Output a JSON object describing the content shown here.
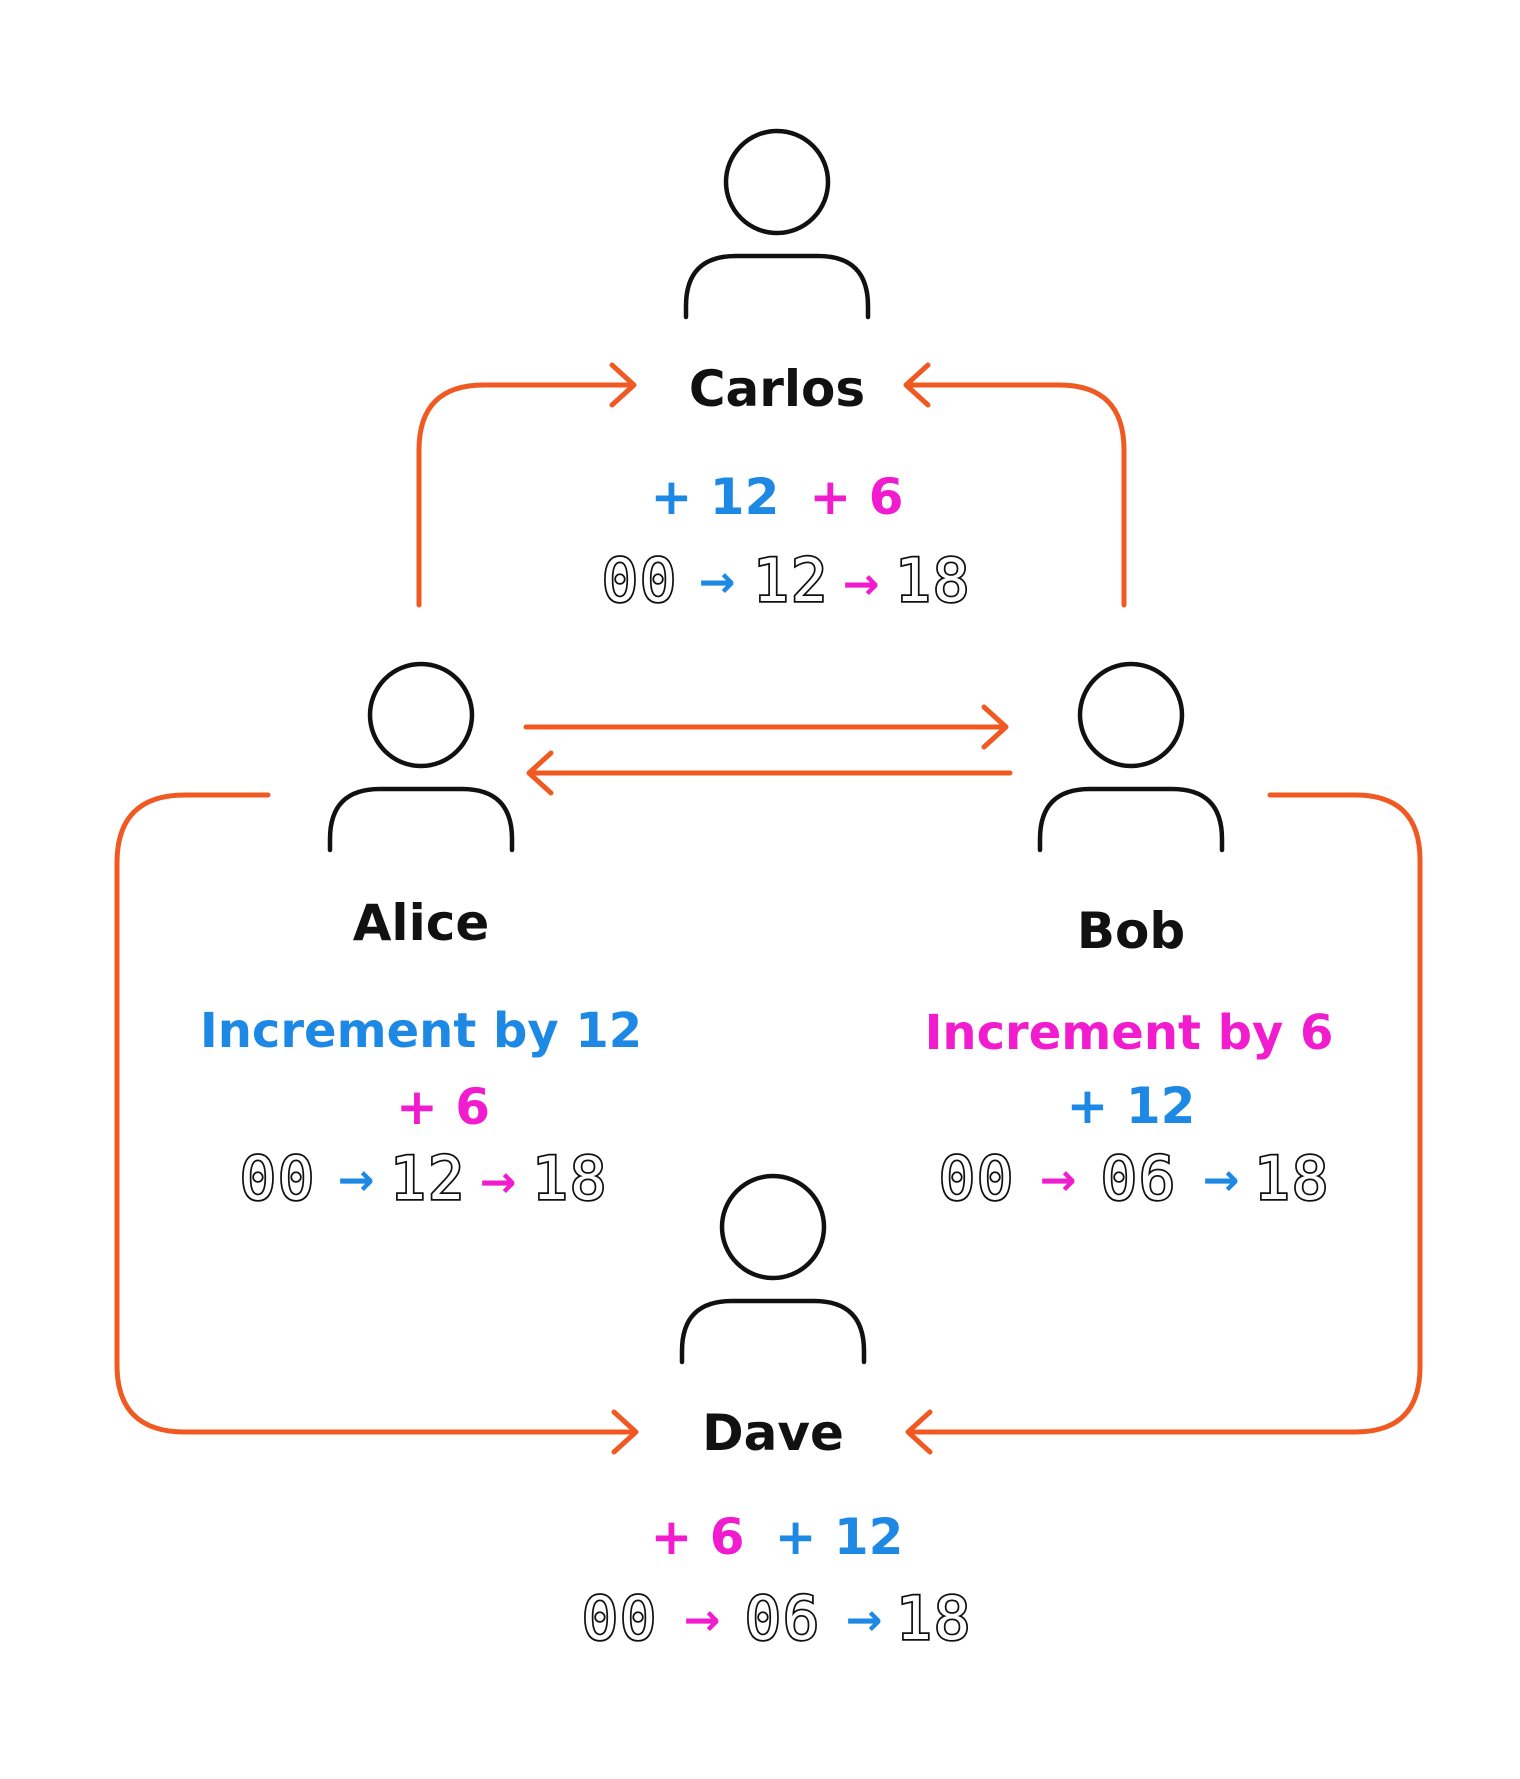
{
  "colors": {
    "connector": "#F05A22",
    "blue": "#1E88E5",
    "magenta": "#F21CCF",
    "ink": "#111111"
  },
  "people": {
    "carlos": {
      "name": "Carlos",
      "deltas": [
        {
          "text": "+ 12",
          "color": "blue"
        },
        {
          "text": "+ 6",
          "color": "magenta"
        }
      ],
      "sequence": {
        "values": [
          "00",
          "12",
          "18"
        ],
        "arrow_colors": [
          "blue",
          "magenta"
        ]
      }
    },
    "alice": {
      "name": "Alice",
      "label": {
        "text": "Increment by 12",
        "color": "blue"
      },
      "deltas": [
        {
          "text": "+ 6",
          "color": "magenta"
        }
      ],
      "sequence": {
        "values": [
          "00",
          "12",
          "18"
        ],
        "arrow_colors": [
          "blue",
          "magenta"
        ]
      }
    },
    "bob": {
      "name": "Bob",
      "label": {
        "text": "Increment by 6",
        "color": "magenta"
      },
      "deltas": [
        {
          "text": "+ 12",
          "color": "blue"
        }
      ],
      "sequence": {
        "values": [
          "00",
          "06",
          "18"
        ],
        "arrow_colors": [
          "magenta",
          "blue"
        ]
      }
    },
    "dave": {
      "name": "Dave",
      "deltas": [
        {
          "text": "+ 6",
          "color": "magenta"
        },
        {
          "text": "+ 12",
          "color": "blue"
        }
      ],
      "sequence": {
        "values": [
          "00",
          "06",
          "18"
        ],
        "arrow_colors": [
          "magenta",
          "blue"
        ]
      }
    }
  },
  "arrow_glyph": "→"
}
